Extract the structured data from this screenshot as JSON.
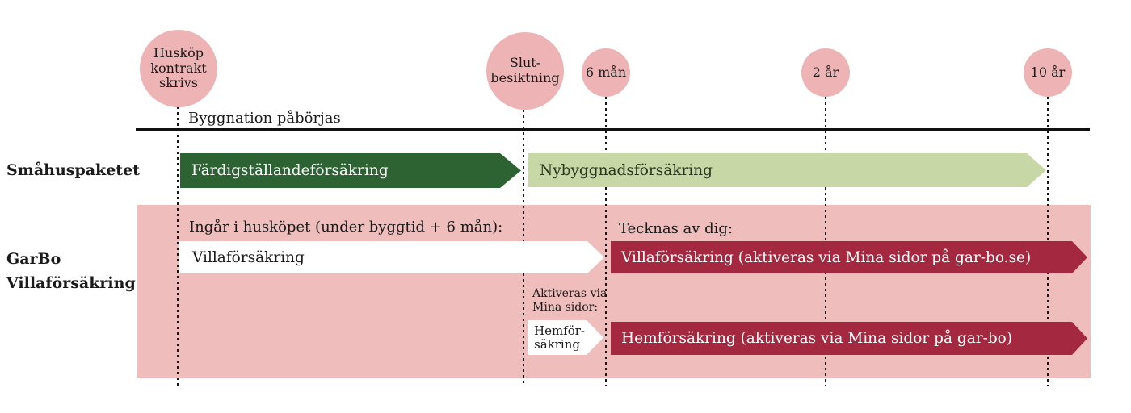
{
  "milestones": [
    {
      "id": "huskop",
      "lines": [
        "Husköp",
        "kontrakt",
        "skrivs"
      ]
    },
    {
      "id": "slutbesiktning",
      "lines": [
        "Slut-",
        "besiktning"
      ]
    },
    {
      "id": "6man",
      "lines": [
        "6 mån"
      ]
    },
    {
      "id": "2ar",
      "lines": [
        "2 år"
      ]
    },
    {
      "id": "10ar",
      "lines": [
        "10 år"
      ]
    }
  ],
  "axis": {
    "label": "Byggnation påbörjas"
  },
  "smahus_row": {
    "label": "Småhuspaketet",
    "fardigstallande": "Färdigställandeförsäkring",
    "nybyggnad": "Nybyggnadsförsäkring"
  },
  "garbo_row": {
    "label_lines": [
      "GarBo",
      "Villaförsäkring"
    ],
    "included_heading": "Ingår i husköpet (under byggtid + 6 mån):",
    "villa_included": "Villaförsäkring",
    "tecknas_heading": "Tecknas av dig:",
    "villa_active": "Villaförsäkring (aktiveras via Mina sidor på gar-bo.se)",
    "aktiveras_note_lines": [
      "Aktiveras via",
      "Mina sidor:"
    ],
    "hem_included_lines": [
      "Hemför-",
      "säkring"
    ],
    "hem_active": "Hemförsäkring (aktiveras via Mina sidor på gar-bo)"
  },
  "colors": {
    "circle-pink": "#eeb3b4",
    "panel-pink": "#efbdbb",
    "dark-green": "#2d6233",
    "light-green": "#c7d7a6",
    "dark-red": "#a32840",
    "ink": "#1a1a1a"
  }
}
